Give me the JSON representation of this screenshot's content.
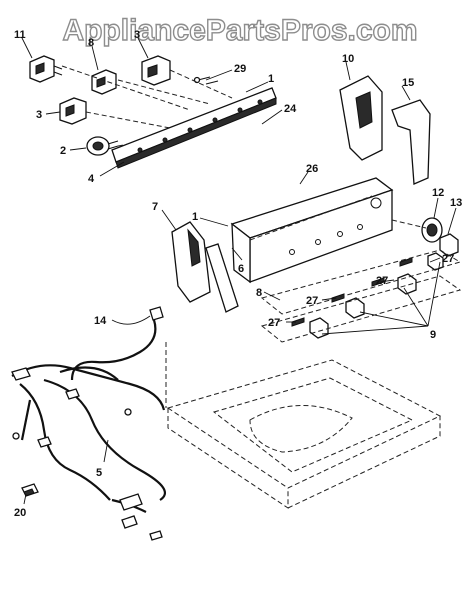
{
  "watermark": "AppliancePartsPros.com",
  "callouts": {
    "c11": "11",
    "c8a": "8",
    "c3top": "3",
    "c29": "29",
    "c1a": "1",
    "c10": "10",
    "c15": "15",
    "c3": "3",
    "c24": "24",
    "c2": "2",
    "c26": "26",
    "c4": "4",
    "c12": "12",
    "c13": "13",
    "c7": "7",
    "c1b": "1",
    "c6": "6",
    "c27a": "27",
    "c27b": "27",
    "c27c": "27",
    "c27d": "27",
    "c8b": "8",
    "c9": "9",
    "c14": "14",
    "c5": "5",
    "c20": "20"
  }
}
